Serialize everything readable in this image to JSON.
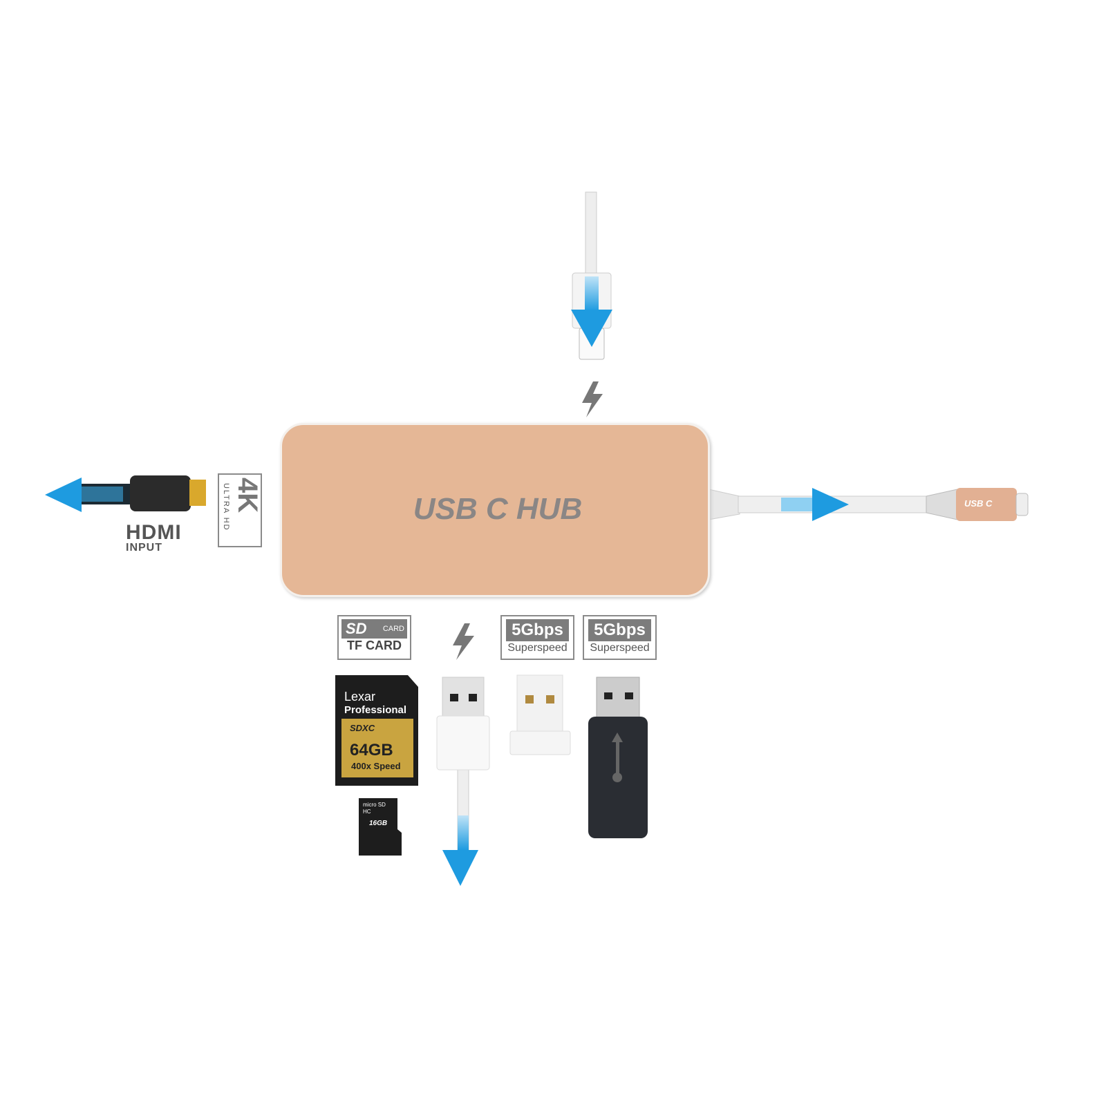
{
  "hub": {
    "label": "USB C HUB",
    "color": "#e5b796"
  },
  "usb_c_plug": {
    "label": "USB C"
  },
  "hdmi": {
    "logo": "HDMI",
    "sub": "INPUT"
  },
  "badge_4k": {
    "big": "4K",
    "sub": "ULTRA HD"
  },
  "sd_badge": {
    "top": "SD",
    "card": "CARD",
    "bottom": "TF CARD"
  },
  "usb_ports": [
    {
      "speed": "5Gbps",
      "sub": "Superspeed"
    },
    {
      "speed": "5Gbps",
      "sub": "Superspeed"
    }
  ],
  "sd_card": {
    "brand": "Lexar",
    "line": "Professional",
    "type": "SDXC",
    "capacity": "64GB",
    "speed": "400x Speed"
  },
  "micro_sd": {
    "type": "micro SD HC",
    "capacity": "16GB"
  },
  "arrow_color": "#1e9be0",
  "icons": [
    "lightning-icon",
    "usb-icon",
    "arrow-icon"
  ]
}
